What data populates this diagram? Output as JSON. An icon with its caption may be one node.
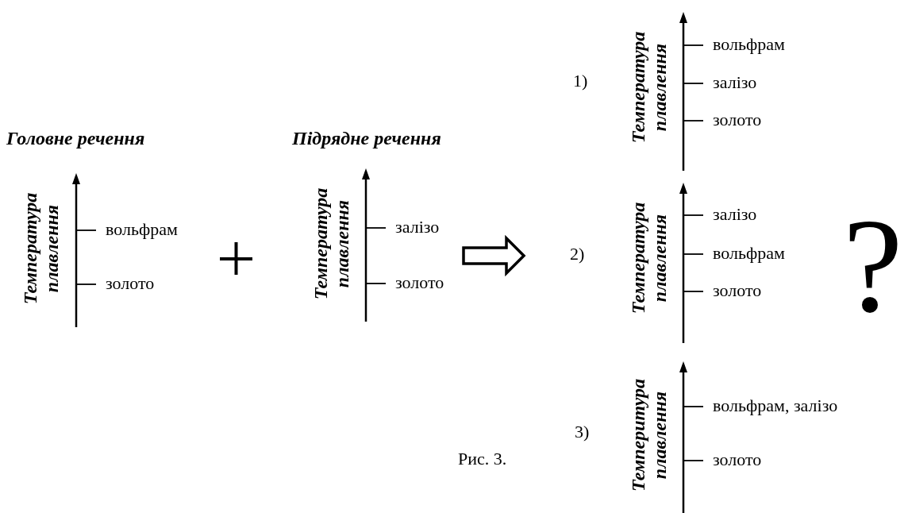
{
  "diagram": {
    "caption": "Рис. 3.",
    "labels": [
      "Головне речення",
      "Температура плавлення",
      "вольфрам",
      "золото",
      "Підрядне речення",
      "Температура плавлення",
      "залізо",
      "золото",
      "1)",
      "Температура плавлення",
      "вольфрам",
      "залізо",
      "золото",
      "2)",
      "Температура плавлення",
      "залізо",
      "вольфрам",
      "золото",
      "?",
      "3)",
      "Темперитура плавлення",
      "вольфрам, залізо",
      "золото"
    ]
  }
}
